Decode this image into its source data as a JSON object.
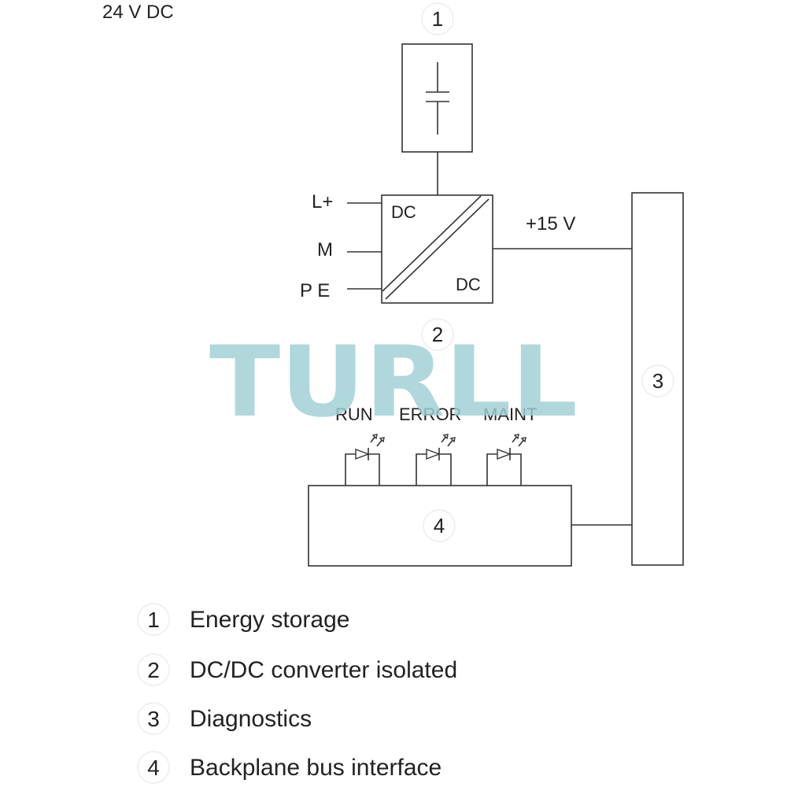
{
  "supply_label": "24 V DC",
  "inputs": {
    "l_plus": "L+",
    "m": "M",
    "pe": "P E"
  },
  "converter": {
    "top_label": "DC",
    "bottom_label": "DC",
    "output_voltage": "+15 V"
  },
  "markers": {
    "energy_storage": "1",
    "converter": "2",
    "diagnostics": "3",
    "backplane": "4"
  },
  "leds": [
    {
      "label": "RUN"
    },
    {
      "label": "ERROR"
    },
    {
      "label": "MAINT"
    }
  ],
  "watermark": "TURLL",
  "legend": [
    {
      "number": "1",
      "text": "Energy storage"
    },
    {
      "number": "2",
      "text": "DC/DC converter isolated"
    },
    {
      "number": "3",
      "text": "Diagnostics"
    },
    {
      "number": "4",
      "text": "Backplane bus interface"
    }
  ],
  "colors": {
    "line": "#333333",
    "watermark": "#9fcfd5"
  }
}
